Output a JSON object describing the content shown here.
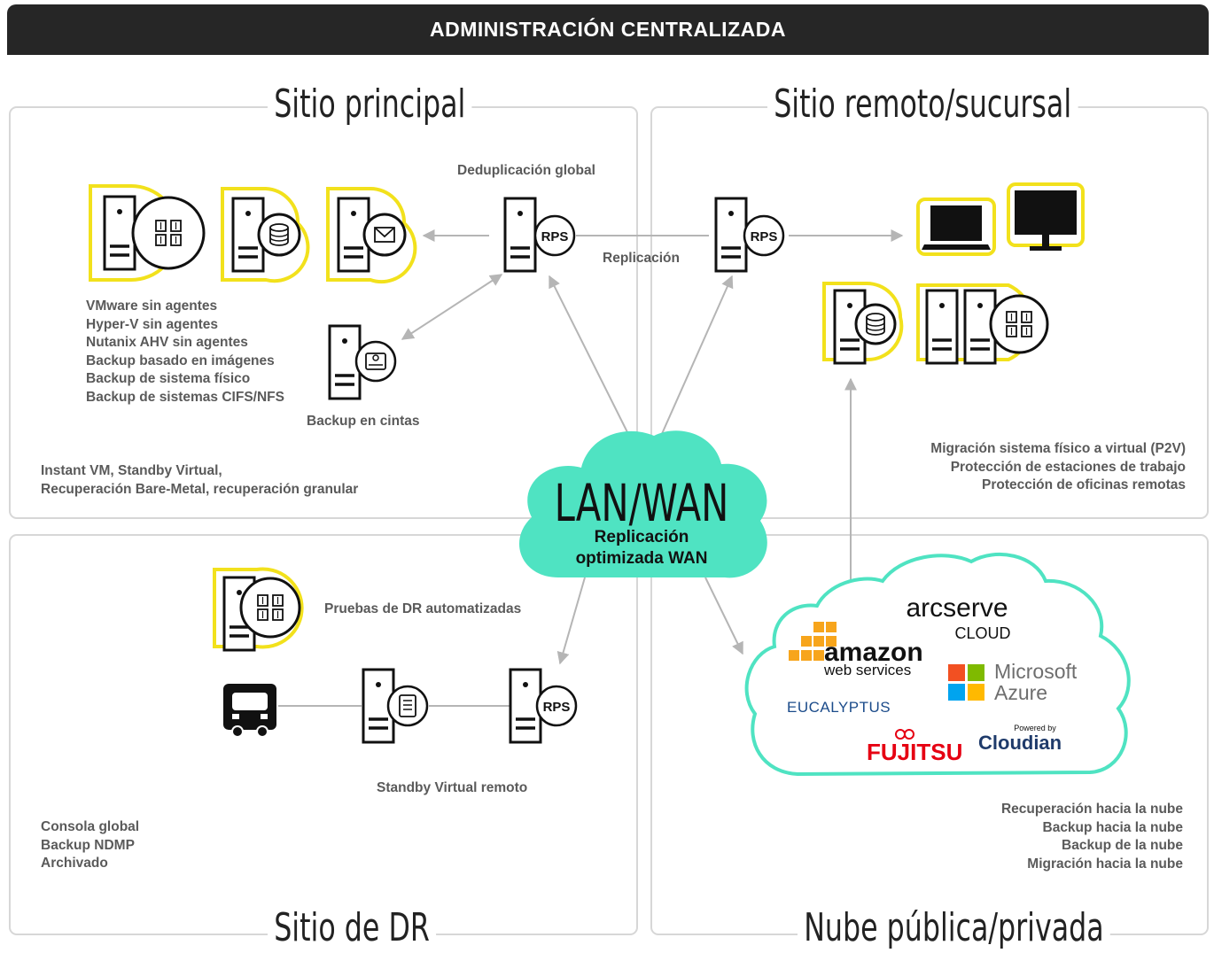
{
  "header": {
    "title": "ADMINISTRACIÓN CENTRALIZADA"
  },
  "sections": {
    "main": {
      "title": "Sitio principal",
      "dedup_label": "Deduplicación global",
      "features": [
        "VMware sin agentes",
        "Hyper-V sin agentes",
        "Nutanix AHV sin agentes",
        "Backup basado en imágenes",
        "Backup de sistema físico",
        "Backup de sistemas CIFS/NFS"
      ],
      "tape_label": "Backup en cintas",
      "recovery": [
        "Instant VM, Standby Virtual,",
        "Recuperación Bare-Metal, recuperación granular"
      ]
    },
    "remote": {
      "title": "Sitio remoto/sucursal",
      "features": [
        "Migración sistema físico a virtual (P2V)",
        "Protección de estaciones de trabajo",
        "Protección de oficinas remotas"
      ]
    },
    "dr": {
      "title": "Sitio de DR",
      "dr_tests_label": "Pruebas de DR automatizadas",
      "standby_label": "Standby Virtual remoto",
      "features": [
        "Consola global",
        "Backup NDMP",
        "Archivado"
      ]
    },
    "cloud": {
      "title": "Nube pública/privada",
      "features": [
        "Recuperación hacia la nube",
        "Backup hacia la nube",
        "Backup de la nube",
        "Migración hacia la nube"
      ],
      "providers": {
        "arcserve": "arcserve",
        "arcserve_sub": "CLOUD",
        "amazon": "amazon",
        "amazon_sub": "web services",
        "microsoft": "Microsoft",
        "microsoft_sub": "Azure",
        "eucalyptus": "EUCALYPTUS",
        "fujitsu": "FUJITSU",
        "cloudian_powered": "Powered by",
        "cloudian": "Cloudian"
      }
    }
  },
  "center": {
    "title": "LAN/WAN",
    "subtitle_1": "Replicación",
    "subtitle_2": "optimizada WAN"
  },
  "replication_label": "Replicación",
  "rps_label": "RPS",
  "colors": {
    "accent_yellow": "#f2e11c",
    "cloud_teal": "#4fe3c2",
    "header_bg": "#262626",
    "panel_border": "#d7d7d7",
    "arrow": "#b5b5b5"
  },
  "icons": [
    "server-icon",
    "grid-badge-icon",
    "database-icon",
    "mail-icon",
    "tape-icon",
    "rps-badge-icon",
    "laptop-icon",
    "monitor-icon",
    "truck-icon",
    "disk-array-icon"
  ]
}
